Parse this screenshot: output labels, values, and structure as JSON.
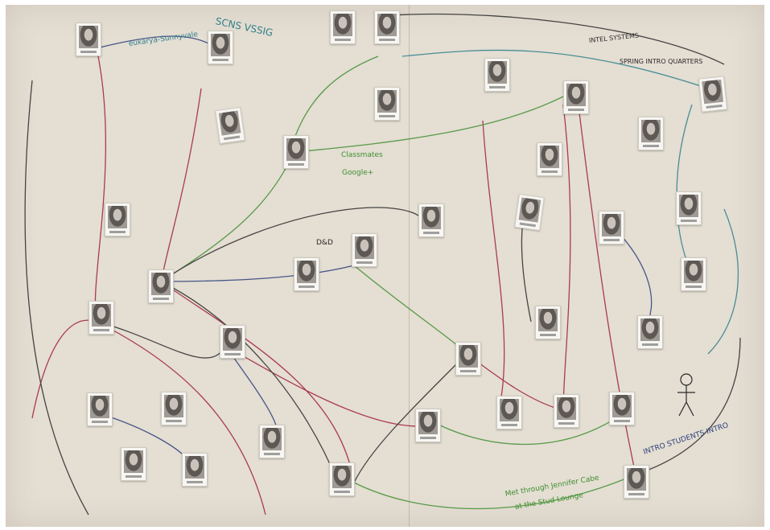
{
  "scene": {
    "subject": "hand-drawn social network wall chart",
    "colors": {
      "paper": "#e4ded3",
      "ink_red": "#a01e3a",
      "ink_green": "#3f8f2f",
      "ink_blue": "#2c3e7a",
      "ink_teal": "#2f7f8a",
      "ink_black": "#2a2a2a"
    }
  },
  "notes": {
    "header": "SCNS VSSIG",
    "top_left_link": "eukarya-Sunnyvale",
    "top_right": "INTEL SYSTEMS",
    "sprint_quarters": "SPRING INTRO QUARTERS",
    "classmates": "Classmates",
    "google": "Google+",
    "dnd": "D&D",
    "bottom_right": "INTRO STUDENTS INTRO",
    "bottom_center_1": "Met through Jennifer Cabe",
    "bottom_center_2": "at the Stud Lounge"
  }
}
